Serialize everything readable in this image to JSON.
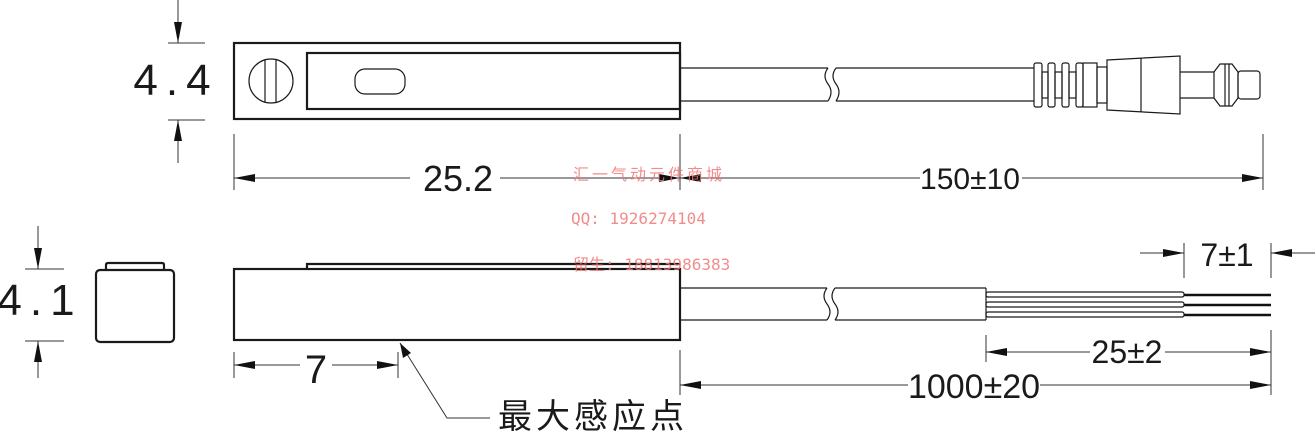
{
  "drawing": {
    "type": "magnetic sensor dimension drawing",
    "top_view": {
      "height_dim": "4.4",
      "body_length_dim": "25.2",
      "cable_length_dim": "150±10",
      "connector": "M8 male connector"
    },
    "bottom_view": {
      "height_dim": "4.1",
      "sensing_point_dim": "7",
      "cable_length_dim": "1000±20",
      "stripped_jacket_dim": "25±2",
      "stripped_wire_dim": "7±1",
      "sensing_point_label": "最大感应点"
    },
    "units": "mm"
  },
  "watermark": {
    "shop": "汇一气动元件商城",
    "qq": "QQ: 1926274104",
    "phone": "留生: 18813986383",
    "color": "#f07878"
  }
}
